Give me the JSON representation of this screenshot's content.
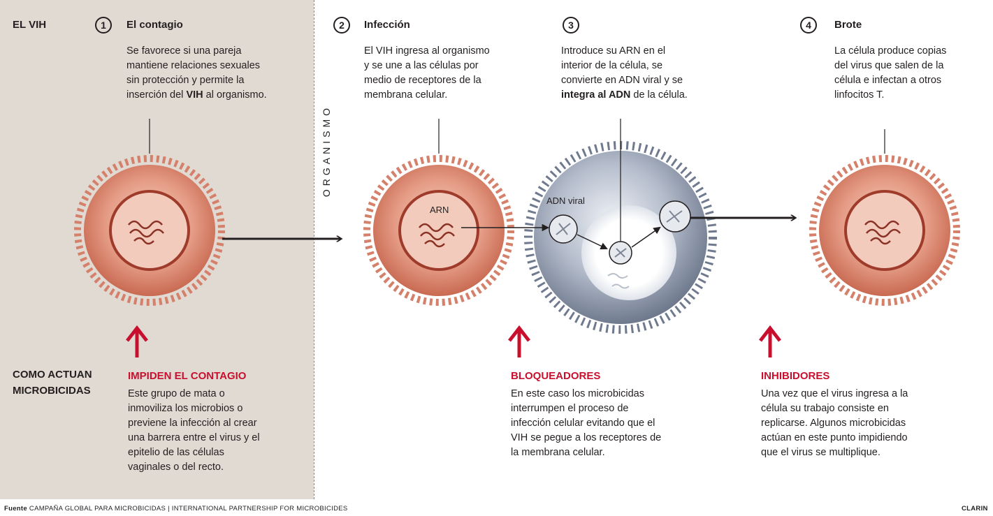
{
  "header": {
    "el_vih": "EL VIH",
    "organismo": "ORGANISMO"
  },
  "steps": [
    {
      "number": "1",
      "title": "El contagio",
      "lines": [
        "Se favorece si una pareja",
        "mantiene relaciones sexuales",
        "sin protección y permite la"
      ],
      "last_pre": "inserción del ",
      "last_bold": "VIH",
      "last_post": " al organismo."
    },
    {
      "number": "2",
      "title": "Infección",
      "lines": [
        "El VIH ingresa al organismo",
        "y se une a las células por",
        "medio de receptores de la",
        "membrana celular."
      ]
    },
    {
      "number": "3",
      "lines": [
        "Introduce su ARN en el",
        "interior de la célula, se",
        "convierte en ADN viral y se"
      ],
      "last_bold": "integra al ADN",
      "last_post": " de la célula."
    },
    {
      "number": "4",
      "title": "Brote",
      "lines": [
        "La célula produce copias",
        "del virus que salen de la",
        "célula e infectan a otros",
        "linfocitos T."
      ]
    }
  ],
  "diagram_labels": {
    "arn": "ARN",
    "adn_viral": "ADN viral"
  },
  "microbicidas": {
    "section_label_1": "COMO ACTUAN",
    "section_label_2": "MICROBICIDAS",
    "groups": [
      {
        "title": "IMPIDEN EL CONTAGIO",
        "lines": [
          "Este grupo de mata o",
          "inmoviliza los microbios o",
          "previene la infección al crear",
          "una barrera entre el virus y el",
          "epitelio de las células",
          "vaginales o del recto."
        ]
      },
      {
        "title": "BLOQUEADORES",
        "lines": [
          "En este caso los microbicidas",
          "interrumpen el proceso de",
          "infección celular evitando que el",
          "VIH se pegue a los receptores de",
          "la membrana celular."
        ]
      },
      {
        "title": "INHIBIDORES",
        "lines": [
          "Una vez que el virus ingresa a la",
          "célula su trabajo consiste en",
          "replicarse. Algunos microbicidas",
          "actúan en este punto impidiendo",
          "que el virus se multiplique."
        ]
      }
    ]
  },
  "footer": {
    "fuente_label": "Fuente",
    "fuente_text": "CAMPAÑA GLOBAL PARA MICROBICIDAS | INTERNATIONAL PARTNERSHIP FOR MICROBICIDES",
    "credit": "CLARIN"
  },
  "colors": {
    "left_panel": "#e1dad3",
    "cell_red": "#d4806a",
    "cell_grey": "#9aa3b3",
    "accent_red": "#c8102e"
  }
}
